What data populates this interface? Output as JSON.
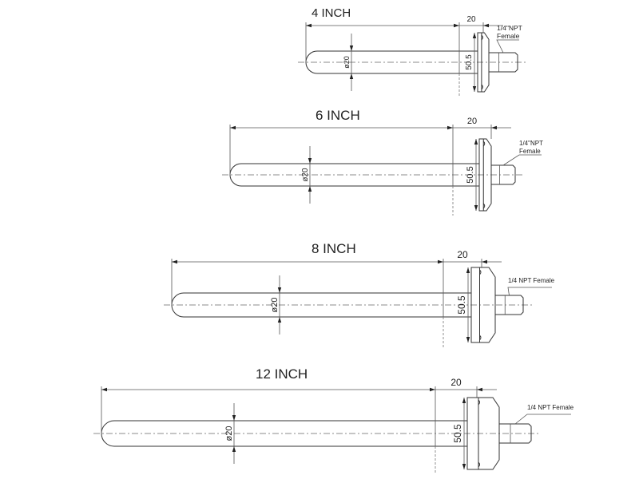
{
  "drawings": [
    {
      "title": "4 INCH",
      "diameter": "ø20",
      "flange_dim": "50.5",
      "offset_dim": "20",
      "note_line1": "1/4\"NPT",
      "note_line2": "Female"
    },
    {
      "title": "6 INCH",
      "diameter": "ø20",
      "flange_dim": "50.5",
      "offset_dim": "20",
      "note_line1": "1/4\"NPT",
      "note_line2": "Female"
    },
    {
      "title": "8 INCH",
      "diameter": "ø20",
      "flange_dim": "50.5",
      "offset_dim": "20",
      "note_line1": "1/4 NPT Female",
      "note_line2": ""
    },
    {
      "title": "12 INCH",
      "diameter": "ø20",
      "flange_dim": "50.5",
      "offset_dim": "20",
      "note_line1": "1/4 NPT Female",
      "note_line2": ""
    }
  ]
}
